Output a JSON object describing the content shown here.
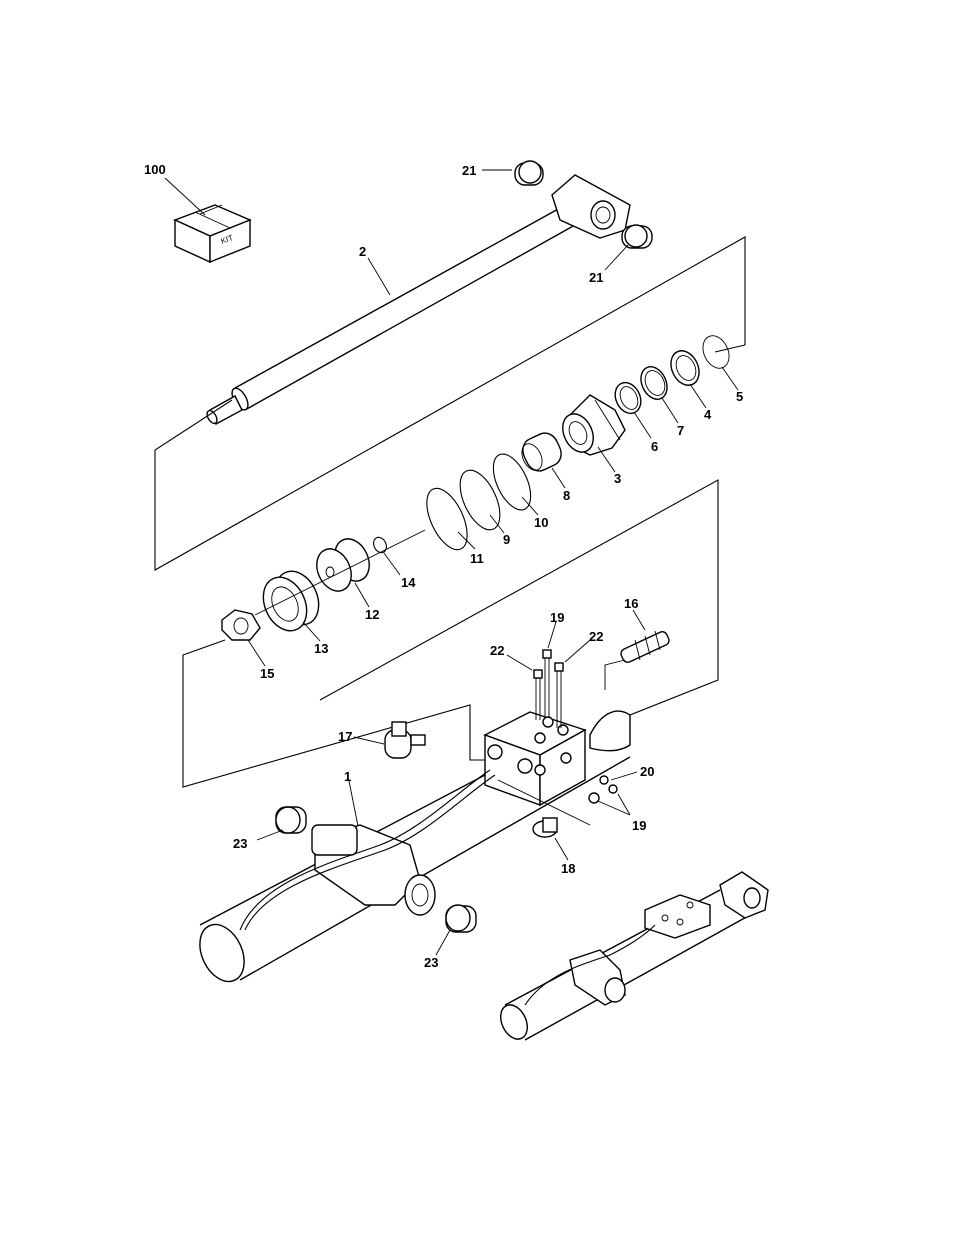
{
  "kit_box": {
    "label": "KIT"
  },
  "callouts": [
    {
      "id": "c100",
      "text": "100"
    },
    {
      "id": "c21a",
      "text": "21"
    },
    {
      "id": "c21b",
      "text": "21"
    },
    {
      "id": "c2",
      "text": "2"
    },
    {
      "id": "c5",
      "text": "5"
    },
    {
      "id": "c4",
      "text": "4"
    },
    {
      "id": "c7",
      "text": "7"
    },
    {
      "id": "c6",
      "text": "6"
    },
    {
      "id": "c3",
      "text": "3"
    },
    {
      "id": "c8",
      "text": "8"
    },
    {
      "id": "c10",
      "text": "10"
    },
    {
      "id": "c9",
      "text": "9"
    },
    {
      "id": "c11",
      "text": "11"
    },
    {
      "id": "c14",
      "text": "14"
    },
    {
      "id": "c12",
      "text": "12"
    },
    {
      "id": "c13",
      "text": "13"
    },
    {
      "id": "c15",
      "text": "15"
    },
    {
      "id": "c16",
      "text": "16"
    },
    {
      "id": "c19a",
      "text": "19"
    },
    {
      "id": "c22a",
      "text": "22"
    },
    {
      "id": "c22b",
      "text": "22"
    },
    {
      "id": "c17",
      "text": "17"
    },
    {
      "id": "c20",
      "text": "20"
    },
    {
      "id": "c1",
      "text": "1"
    },
    {
      "id": "c19b",
      "text": "19"
    },
    {
      "id": "c23a",
      "text": "23"
    },
    {
      "id": "c18",
      "text": "18"
    },
    {
      "id": "c23b",
      "text": "23"
    }
  ]
}
